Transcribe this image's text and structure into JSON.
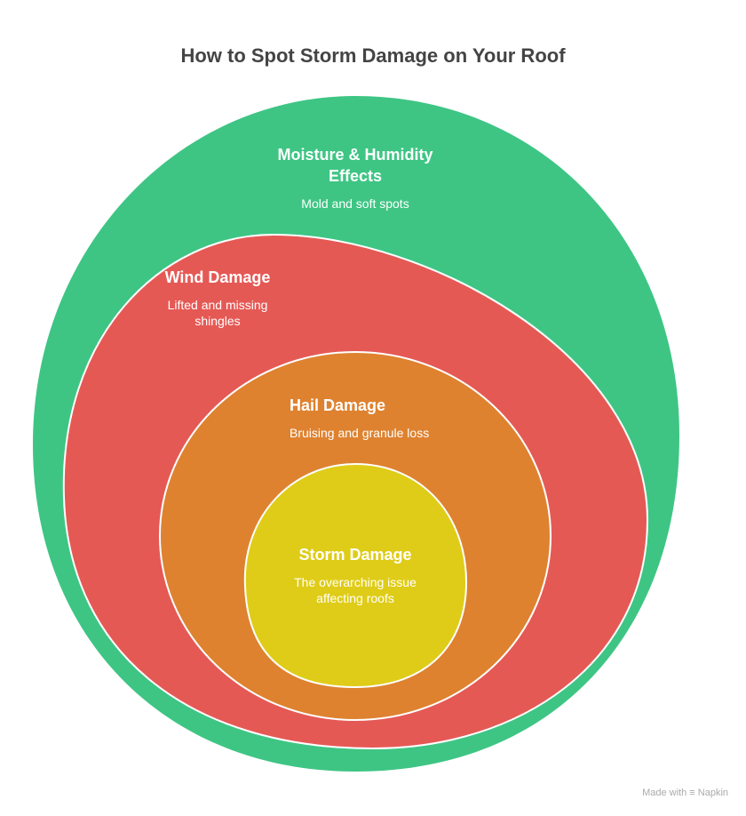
{
  "title": "How to Spot Storm Damage on Your Roof",
  "layers": [
    {
      "title": "Moisture & Humidity Effects",
      "description": "Mold and soft spots",
      "color": "#3ec584"
    },
    {
      "title": "Wind Damage",
      "description": "Lifted and missing shingles",
      "color": "#e55955"
    },
    {
      "title": "Hail Damage",
      "description": "Bruising and granule loss",
      "color": "#de8230"
    },
    {
      "title": "Storm Damage",
      "description": "The overarching issue affecting roofs",
      "color": "#dfcc18"
    }
  ],
  "watermark": "Made with ≡ Napkin"
}
